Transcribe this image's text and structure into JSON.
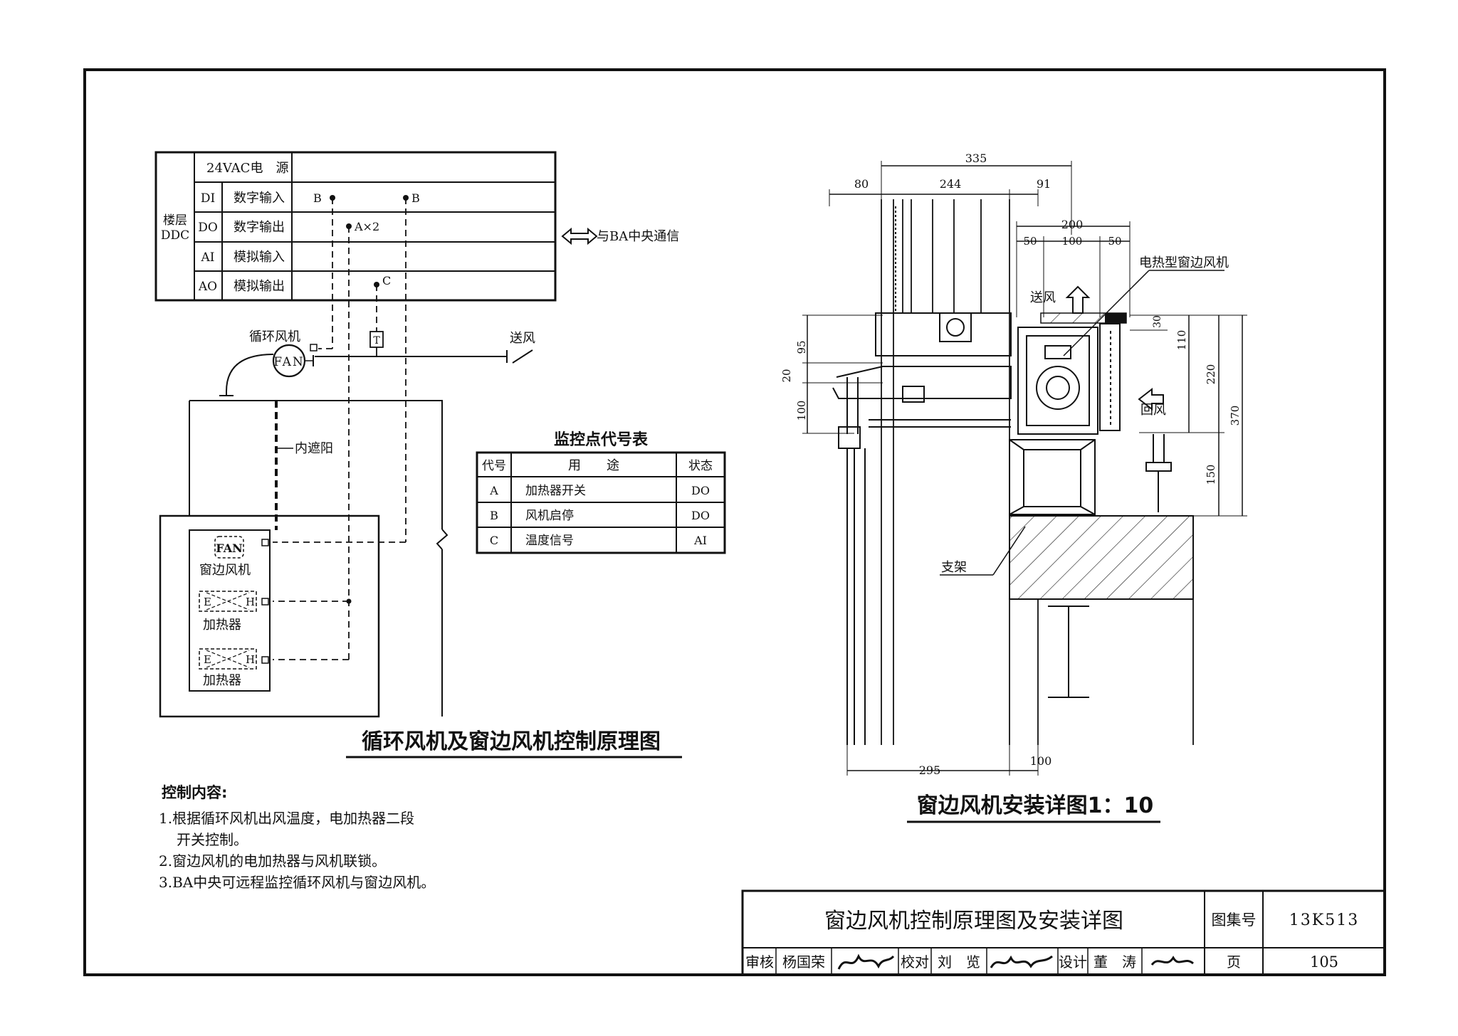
{
  "ddc_table": {
    "group_label": [
      "楼层",
      "DDC"
    ],
    "power_label": "24VAC电　源",
    "rows": [
      {
        "code": "DI",
        "label": "数字输入"
      },
      {
        "code": "DO",
        "label": "数字输出"
      },
      {
        "code": "AI",
        "label": "模拟输入"
      },
      {
        "code": "AO",
        "label": "模拟输出"
      }
    ],
    "point_b": "B",
    "point_a": "A×2",
    "point_c": "C",
    "comm_label": "与BA中央通信"
  },
  "schematic": {
    "fan_text": "FAN",
    "circ_fan_label": "循环风机",
    "supply_label": "送风",
    "sensor_t": "T",
    "shade_label": "内遮阳",
    "window_fan_label": "窗边风机",
    "heater_label_1": "加热器",
    "heater_label_2": "加热器",
    "heater_e": "E",
    "heater_h": "H",
    "title": "循环风机及窗边风机控制原理图"
  },
  "monitor_table": {
    "title": "监控点代号表",
    "headers": [
      "代号",
      "用　　途",
      "状态"
    ],
    "rows": [
      {
        "code": "A",
        "use": "加热器开关",
        "state": "DO"
      },
      {
        "code": "B",
        "use": "风机启停",
        "state": "DO"
      },
      {
        "code": "C",
        "use": "温度信号",
        "state": "AI"
      }
    ]
  },
  "control_notes": {
    "heading": "控制内容:",
    "items": [
      "1.根据循环风机出风温度，电加热器二段",
      "开关控制。",
      "2.窗边风机的电加热器与风机联锁。",
      "3.BA中央可远程监控循环风机与窗边风机。"
    ]
  },
  "detail": {
    "dims": {
      "d335": "335",
      "d80": "80",
      "d244": "244",
      "d91": "91",
      "d200": "200",
      "d50a": "50",
      "d100": "100",
      "d50b": "50",
      "d95": "95",
      "d20": "20",
      "d100v": "100",
      "d30": "30",
      "d110": "110",
      "d220": "220",
      "d370": "370",
      "d150": "150",
      "d295": "295",
      "d100b": "100"
    },
    "label_fan": "电热型窗边风机",
    "label_supply": "送风",
    "label_return": "回风",
    "label_bracket": "支架",
    "title": "窗边风机安装详图1：10"
  },
  "title_block": {
    "drawing_title": "窗边风机控制原理图及安装详图",
    "atlas_label": "图集号",
    "atlas_no": "13K513",
    "review_label": "审核",
    "review_name": "杨国荣",
    "check_label": "校对",
    "check_name": "刘　览",
    "design_label": "设计",
    "design_name": "董　涛",
    "page_label": "页",
    "page_no": "105"
  }
}
